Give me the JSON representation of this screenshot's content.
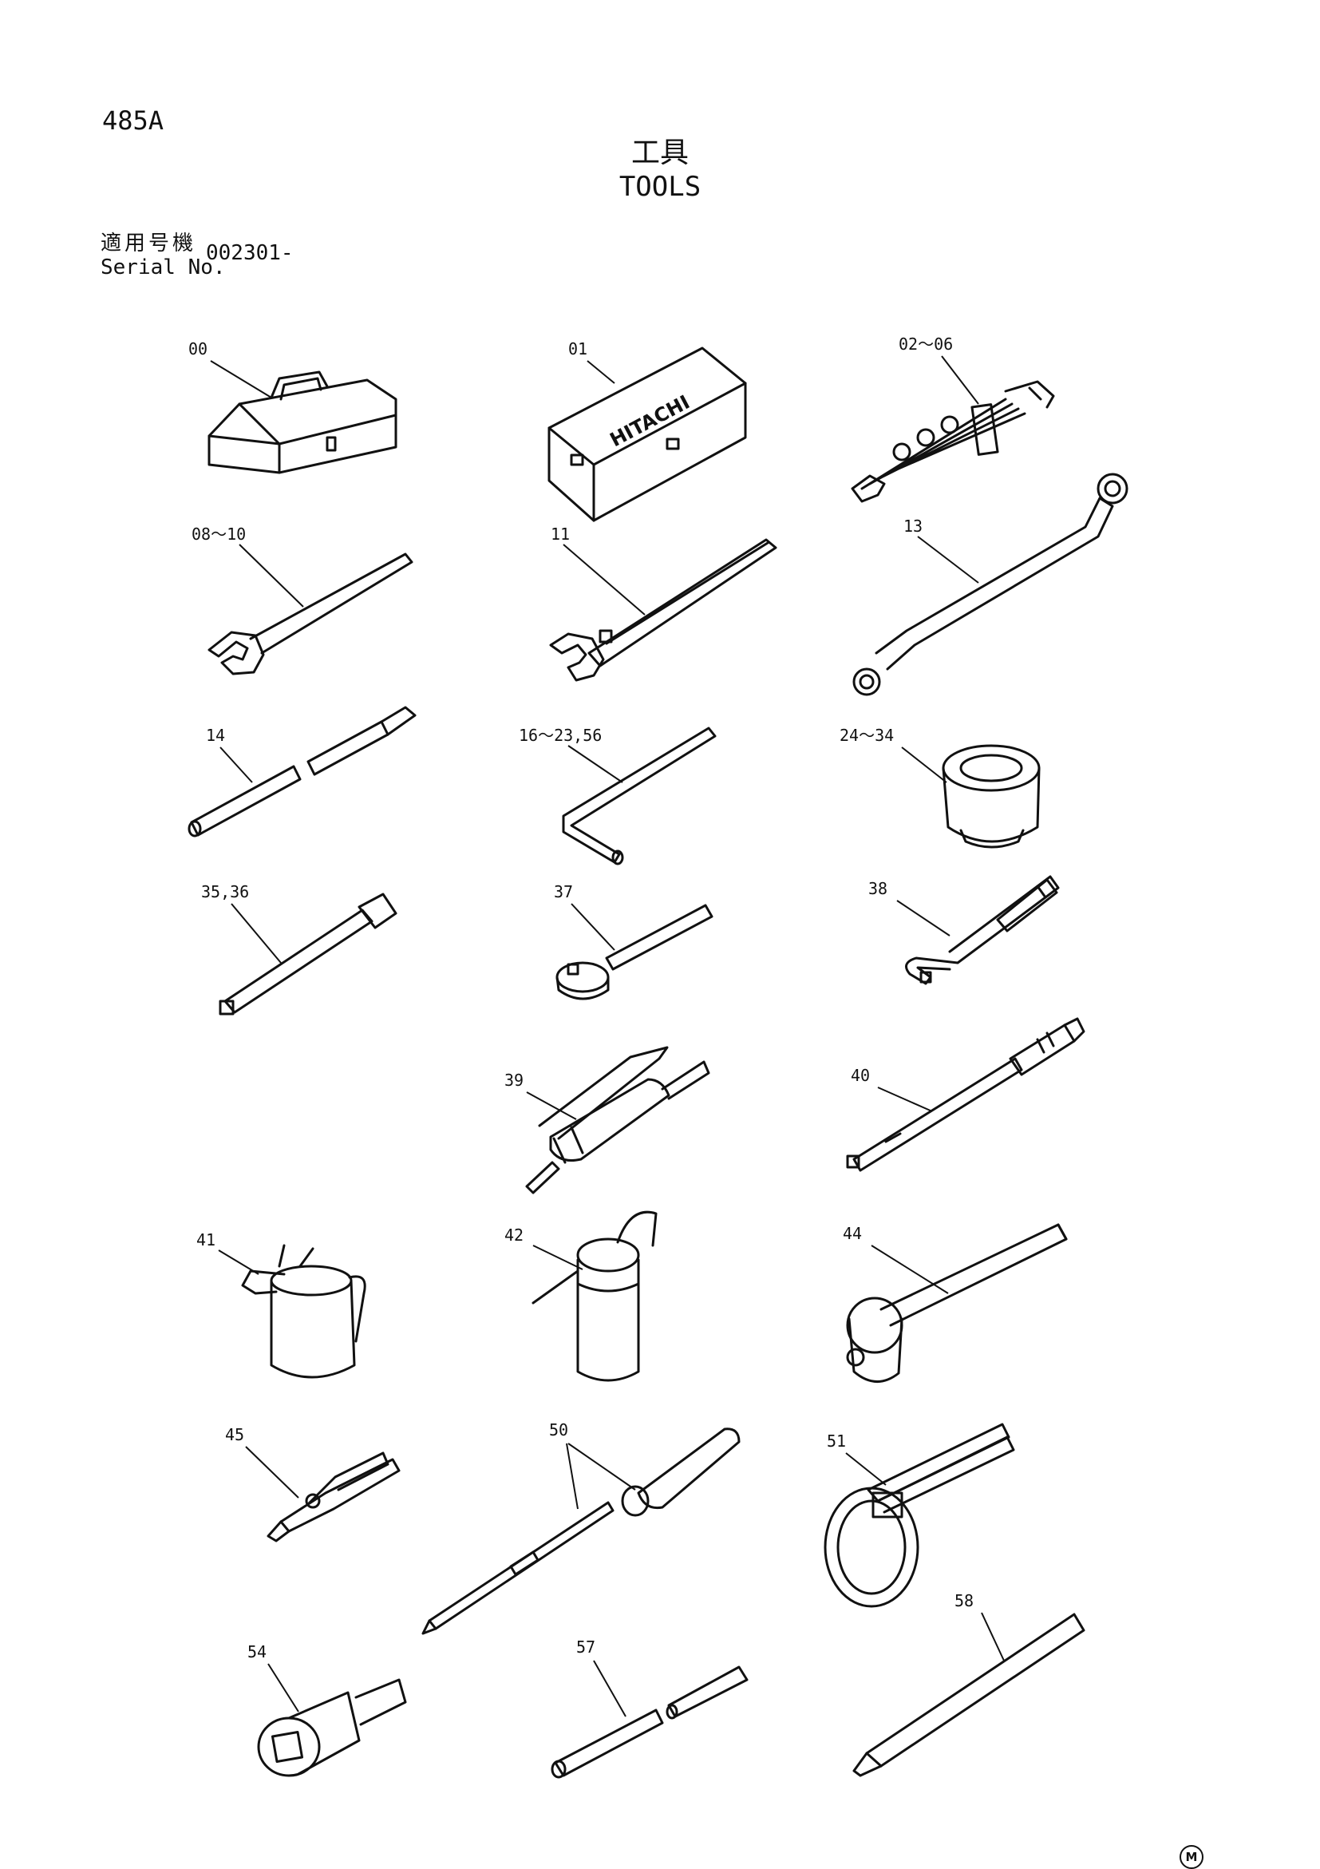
{
  "header": {
    "page_code": "485A",
    "title_jp": "工具",
    "title_en": "TOOLS",
    "serial_label_jp": "適用号機",
    "serial_label_en": "Serial No.",
    "serial_value": "002301-"
  },
  "callouts": [
    {
      "id": "toolbox-label",
      "text": "00"
    },
    {
      "id": "toolcase-label",
      "text": "01"
    },
    {
      "id": "wrench-set-label",
      "text": "02～06"
    },
    {
      "id": "open-wrench-label",
      "text": "08～10"
    },
    {
      "id": "adjustable-wrench-label",
      "text": "11"
    },
    {
      "id": "box-wrench-label",
      "text": "13"
    },
    {
      "id": "bar-label",
      "text": "14"
    },
    {
      "id": "hex-key-label",
      "text": "16～23,56"
    },
    {
      "id": "socket-label",
      "text": "24～34"
    },
    {
      "id": "extension-bar-label",
      "text": "35,36"
    },
    {
      "id": "ratchet-label",
      "text": "37"
    },
    {
      "id": "l-handle-label",
      "text": "38"
    },
    {
      "id": "grease-gun-label",
      "text": "39"
    },
    {
      "id": "torque-wrench-label",
      "text": "40"
    },
    {
      "id": "oil-jug-label",
      "text": "41"
    },
    {
      "id": "oiler-label",
      "text": "42"
    },
    {
      "id": "hammer-label",
      "text": "44"
    },
    {
      "id": "pliers-label",
      "text": "45"
    },
    {
      "id": "screwdriver-label",
      "text": "50"
    },
    {
      "id": "filter-wrench-label",
      "text": "51"
    },
    {
      "id": "impact-socket-label",
      "text": "54"
    },
    {
      "id": "pipe-label",
      "text": "57"
    },
    {
      "id": "chisel-label",
      "text": "58"
    }
  ],
  "toolcase_brand": "HITACHI",
  "corner_mark": "M"
}
